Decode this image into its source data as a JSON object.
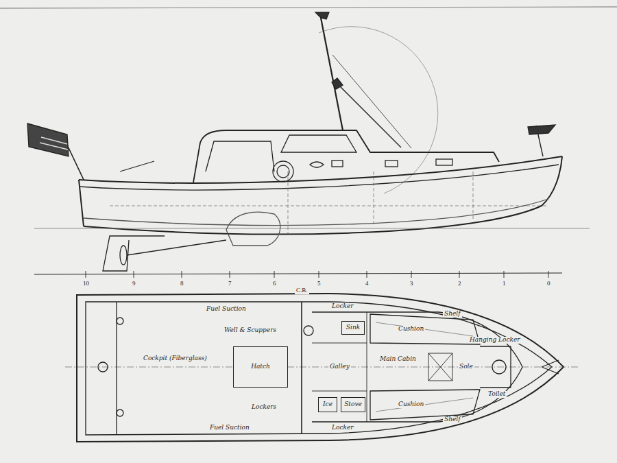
{
  "diagram": {
    "nodes": [
      {
        "text": [
          "Hatch"
        ]
      },
      {
        "text": [
          "Sink"
        ]
      },
      {
        "text": [
          "Ice"
        ]
      },
      {
        "text": [
          "Stove"
        ]
      }
    ],
    "labels": [
      "Fuel Suction",
      "Well & Scuppers",
      "Cockpit (Fiberglass)",
      "Lockers",
      "Fuel Suction",
      "Locker",
      "Locker",
      "Galley",
      "Main Cabin",
      "Cushion",
      "Cushion",
      "Shelf",
      "Shelf",
      "Hanging Locker",
      "Toilet",
      "Sole",
      "10",
      "9",
      "8",
      "7",
      "6",
      "5",
      "4",
      "3",
      "2",
      "1",
      "0",
      "C.B."
    ]
  }
}
